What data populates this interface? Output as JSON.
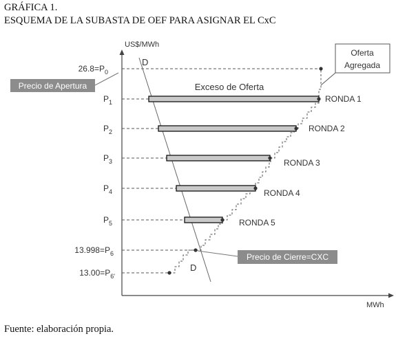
{
  "figure": {
    "heading": "GRÁFICA 1.",
    "subheading": "ESQUEMA DE LA SUBASTA DE OEF PARA ASIGNAR EL CxC",
    "source": "Fuente: elaboración propia."
  },
  "axes": {
    "y_label": "US$/MWh",
    "x_label": "MWh"
  },
  "price_levels": [
    {
      "label": "26.8=P",
      "sub": "0"
    },
    {
      "label": "P",
      "sub": "1"
    },
    {
      "label": "P",
      "sub": "2"
    },
    {
      "label": "P",
      "sub": "3"
    },
    {
      "label": "P",
      "sub": "4"
    },
    {
      "label": "P",
      "sub": "5"
    },
    {
      "label": "13.998=P",
      "sub": "6"
    },
    {
      "label": "13.00=P",
      "sub": "6'"
    }
  ],
  "rounds": [
    {
      "label": "RONDA 1"
    },
    {
      "label": "RONDA 2"
    },
    {
      "label": "RONDA 3"
    },
    {
      "label": "RONDA 4"
    },
    {
      "label": "RONDA 5"
    }
  ],
  "annotations": {
    "demand_top": "D",
    "demand_bottom": "D",
    "excess": "Exceso de Oferta",
    "aggregate_line1": "Oferta",
    "aggregate_line2": "Agregada",
    "opening_price": "Precio de Apertura",
    "closing_price": "Precio de Cierre=CXC"
  },
  "colors": {
    "bar_fill": "#c9c9c9",
    "callout_fill": "#8c8c8c",
    "callout_text": "#ffffff",
    "dashes": "#555555"
  }
}
